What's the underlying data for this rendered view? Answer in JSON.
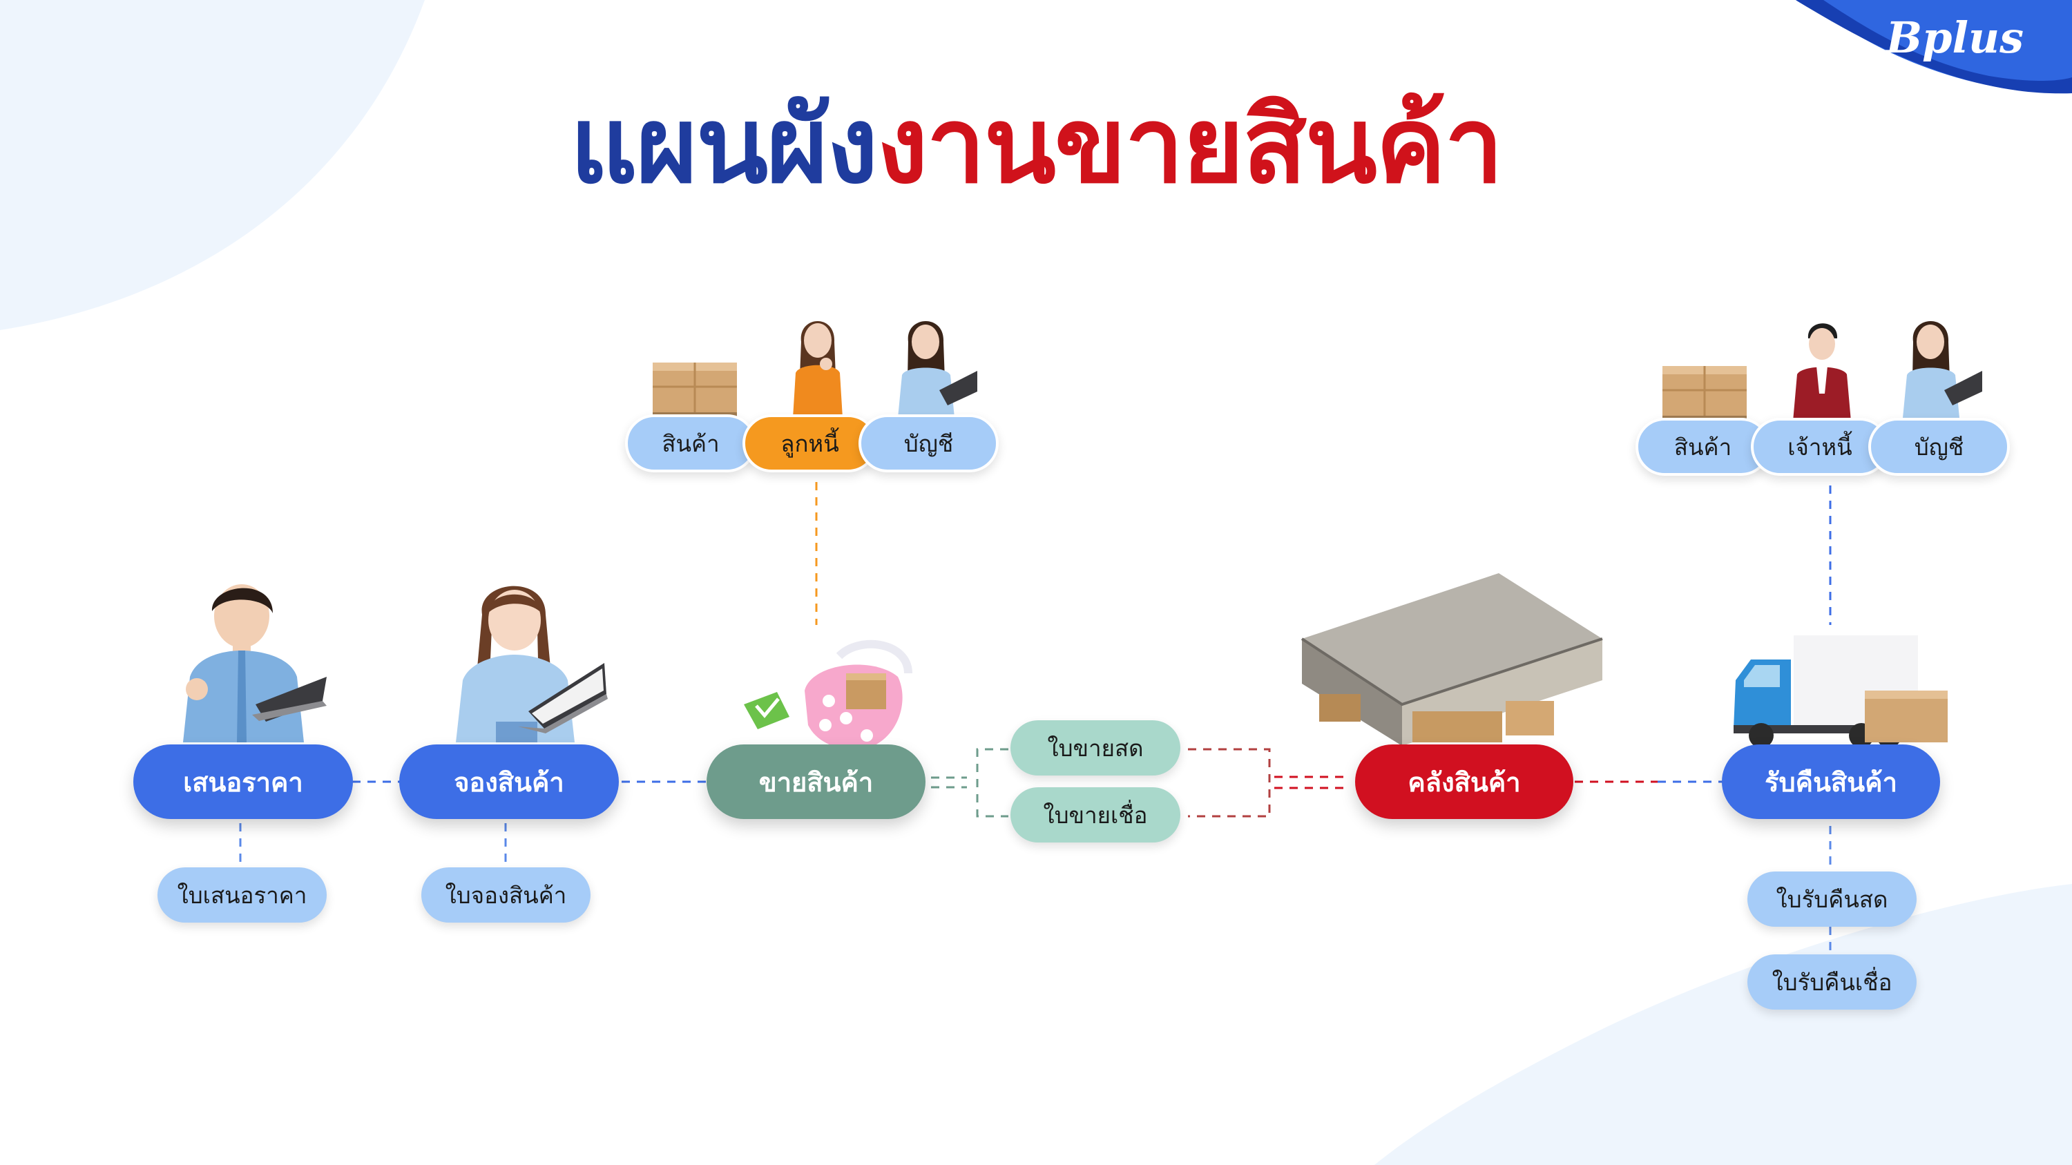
{
  "title": {
    "part1": "แผนผัง",
    "part2": "งานขายสินค้า"
  },
  "logo": "Bplus",
  "colors": {
    "title_blue": "#1f3c9e",
    "title_red": "#d0121b",
    "step_blue": "#3d6ee6",
    "step_green": "#6e9c8c",
    "step_red": "#d11020",
    "doc_blue": "#a6ccf8",
    "doc_mint": "#a9d8cb",
    "debtor_orange": "#f5991f"
  },
  "steps": {
    "quotation": "เสนอราคา",
    "reserve": "จองสินค้า",
    "sell": "ขายสินค้า",
    "warehouse": "คลังสินค้า",
    "return": "รับคืนสินค้า"
  },
  "documents": {
    "quotation_doc": "ใบเสนอราคา",
    "reserve_doc": "ใบจองสินค้า",
    "cash_sale": "ใบขายสด",
    "credit_sale": "ใบขายเชื่อ",
    "cash_return": "ใบรับคืนสด",
    "credit_return": "ใบรับคืนเชื่อ"
  },
  "sell_links": {
    "product": "สินค้า",
    "debtor": "ลูกหนี้",
    "account": "บัญชี"
  },
  "return_links": {
    "product": "สินค้า",
    "creditor": "เจ้าหนี้",
    "account": "บัญชี"
  },
  "icons": [
    "person-with-laptop-icon",
    "woman-with-laptop-icon",
    "shopping-basket-icon",
    "warehouse-icon",
    "delivery-truck-icon",
    "cardboard-boxes-icon",
    "businessman-icon",
    "woman-thinking-icon"
  ]
}
